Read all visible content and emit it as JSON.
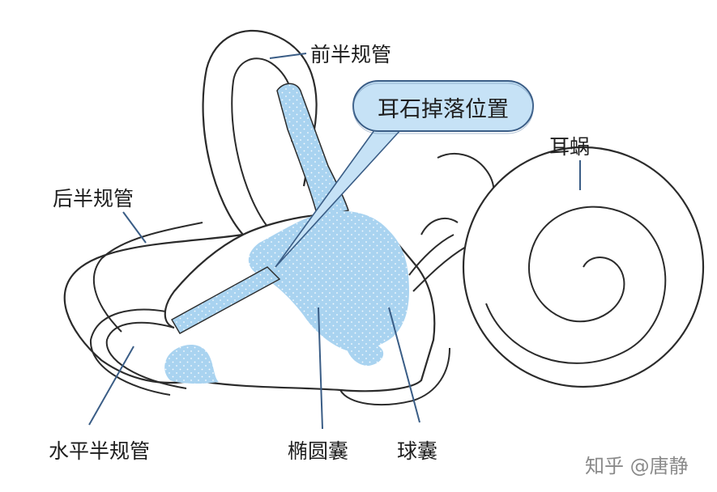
{
  "labels": {
    "anterior_canal": "前半规管",
    "otolith_position": "耳石掉落位置",
    "cochlea": "耳蜗",
    "posterior_canal": "后半规管",
    "horizontal_canal": "水平半规管",
    "utricle": "椭圆囊",
    "saccule": "球囊"
  },
  "watermark": "知乎 @唐静",
  "colors": {
    "fluid": "#a9d3f0",
    "callout_bubble": "#c6e2f6",
    "outline": "#2b2b2b",
    "leader_line": "#3a5d86"
  }
}
